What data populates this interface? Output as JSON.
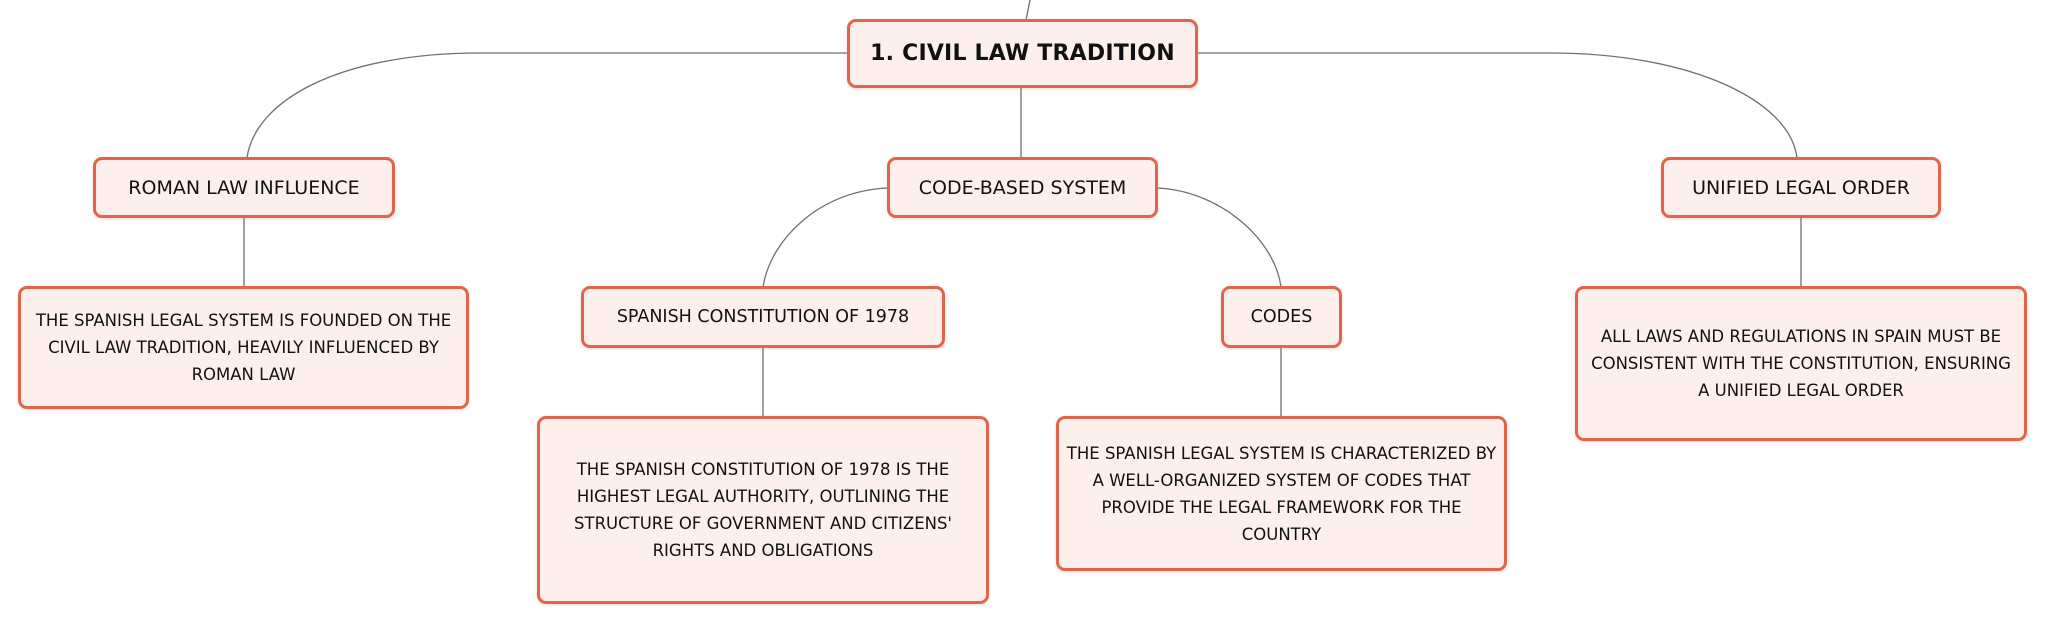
{
  "diagram": {
    "root": {
      "label": "1. CIVIL LAW TRADITION"
    },
    "branches": {
      "roman": {
        "label": "ROMAN LAW INFLUENCE",
        "description": "THE SPANISH LEGAL SYSTEM IS FOUNDED ON THE CIVIL LAW TRADITION, HEAVILY INFLUENCED BY ROMAN LAW"
      },
      "code": {
        "label": "CODE-BASED SYSTEM",
        "children": {
          "constitution": {
            "label": "SPANISH CONSTITUTION OF 1978",
            "description": "THE SPANISH CONSTITUTION OF 1978 IS THE HIGHEST LEGAL AUTHORITY, OUTLINING THE STRUCTURE OF GOVERNMENT AND CITIZENS' RIGHTS AND OBLIGATIONS"
          },
          "codes": {
            "label": "CODES",
            "description": "THE SPANISH LEGAL SYSTEM IS CHARACTERIZED BY A WELL-ORGANIZED SYSTEM OF CODES THAT PROVIDE THE LEGAL FRAMEWORK FOR THE COUNTRY"
          }
        }
      },
      "unified": {
        "label": "UNIFIED LEGAL ORDER",
        "description": "ALL LAWS AND REGULATIONS IN SPAIN MUST BE CONSISTENT WITH THE CONSTITUTION, ENSURING A UNIFIED LEGAL ORDER"
      }
    },
    "colors": {
      "node_border": "#e0654d",
      "node_fill": "#fdf0ec",
      "connector": "#6f6f6f",
      "text": "#111111"
    }
  }
}
